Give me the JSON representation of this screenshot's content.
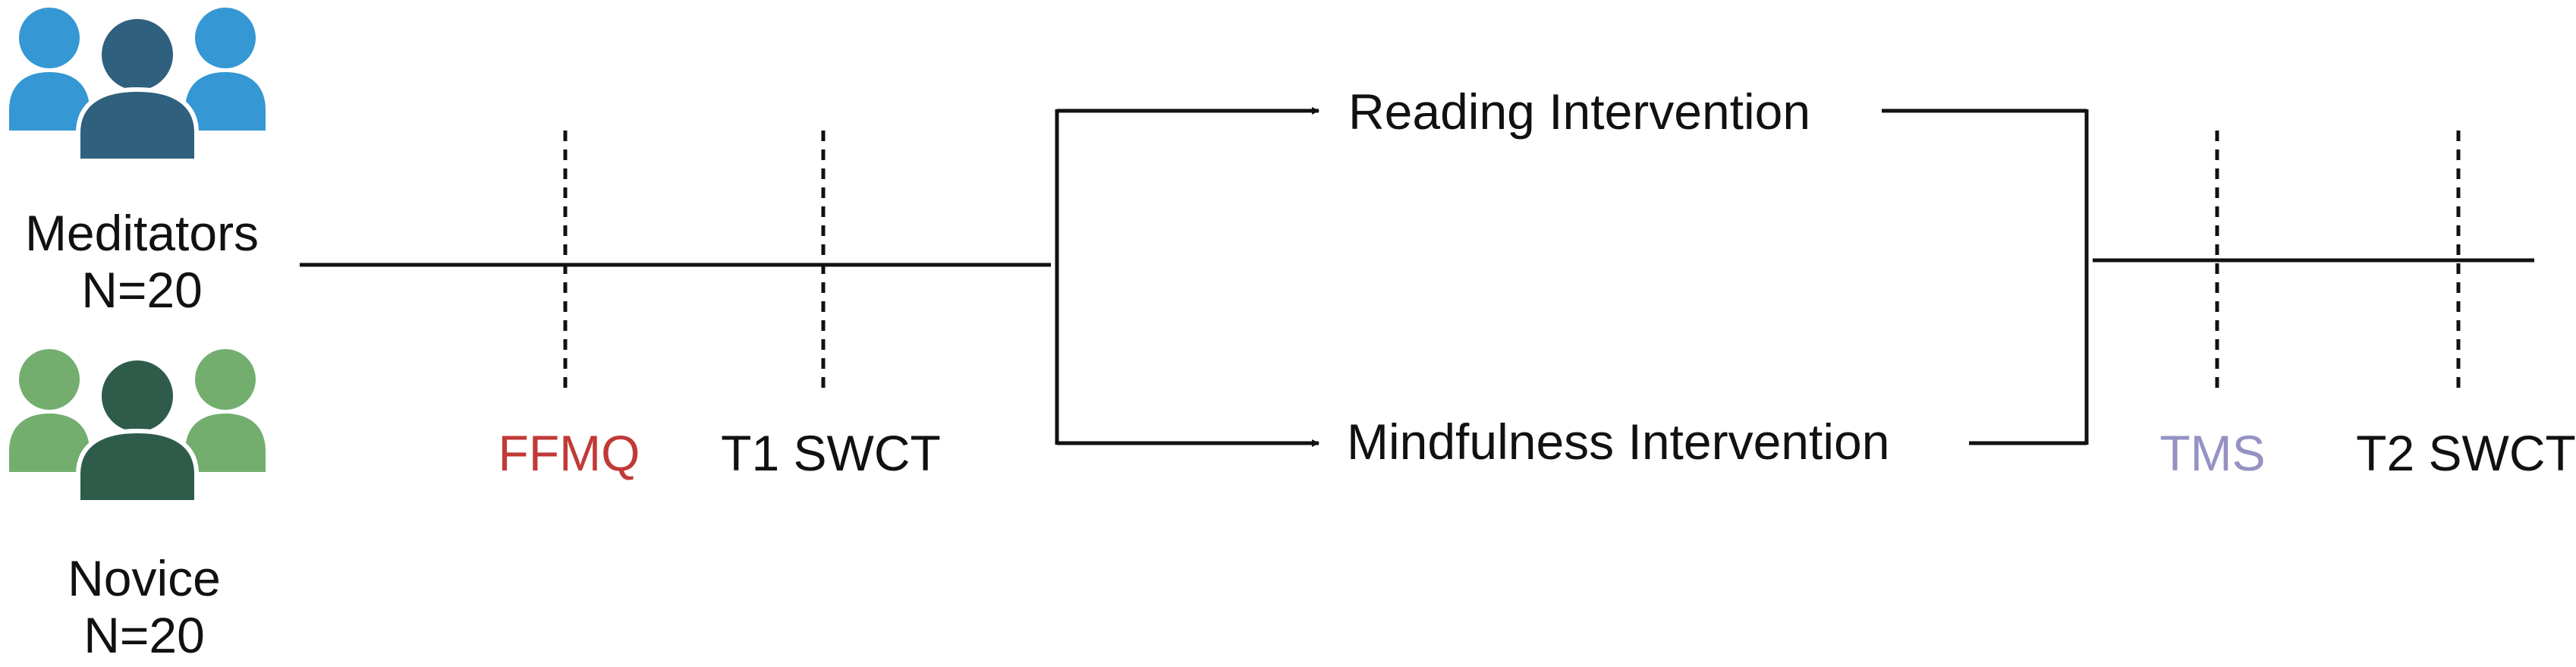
{
  "groups": {
    "meditators": {
      "label": "Meditators",
      "n": "N=20",
      "colors": {
        "side": "#3597d3",
        "center": "#2f607d"
      },
      "icon": "people-group-icon"
    },
    "novice": {
      "label": "Novice",
      "n": "N=20",
      "colors": {
        "side": "#73ae6f",
        "center": "#2f5c4a"
      },
      "icon": "people-group-icon"
    }
  },
  "pre_measures": {
    "ffmq": {
      "label": "FFMQ",
      "color": "#c03a37"
    },
    "t1_swct": {
      "label": "T1 SWCT",
      "color": "#111111"
    }
  },
  "interventions": {
    "reading": "Reading Intervention",
    "mindfulness": "Mindfulness Intervention"
  },
  "post_measures": {
    "tms": {
      "label": "TMS",
      "color": "#9592c4"
    },
    "t2_swct": {
      "label": "T2 SWCT",
      "color": "#111111"
    }
  }
}
